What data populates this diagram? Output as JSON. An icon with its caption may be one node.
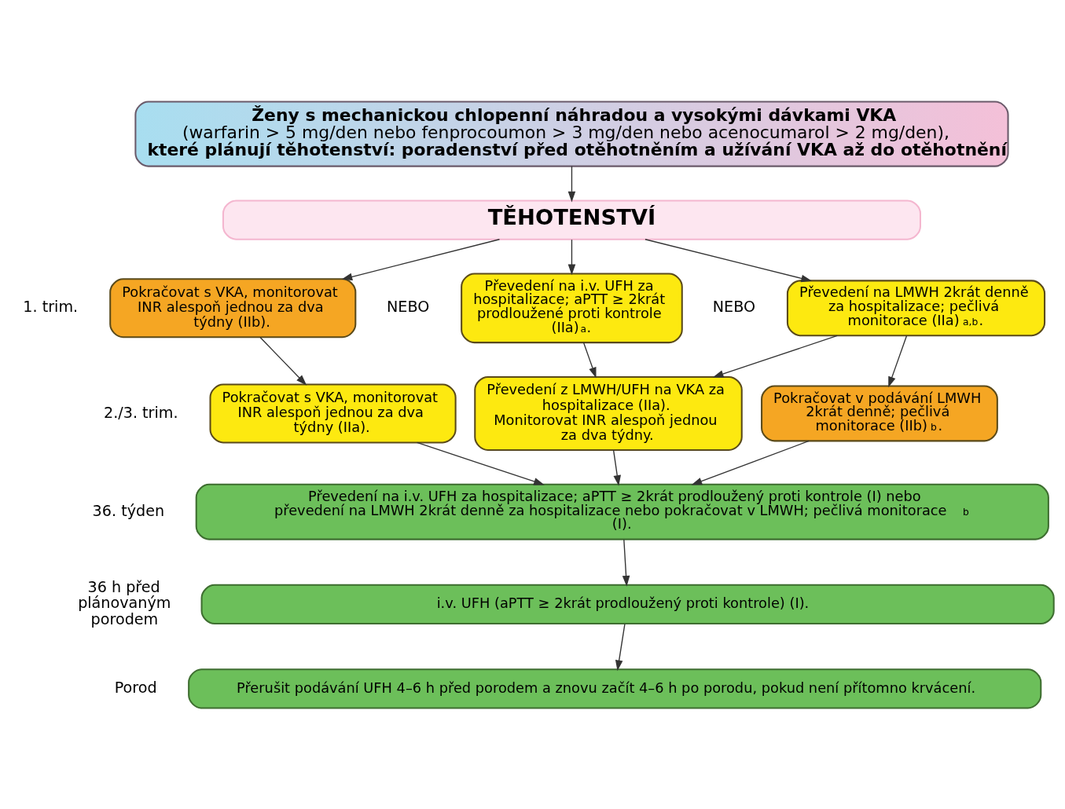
{
  "diagram": {
    "nodes": [
      {
        "text": [
          "Ženy s mechanickou chlopenní náhradou a vysokými dávkami VKA",
          "(warfarin > 5 mg/den nebo fenprocoumon > 3 mg/den nebo acenocumarol > 2 mg/den),",
          "které plánují těhotenství: poradenství před otěhotněním a užívání VKA až do otěhotnění"
        ]
      },
      {
        "text": [
          "TĚHOTENSTVÍ"
        ]
      },
      {
        "text": [
          "Pokračovat s VKA, monitorovat INR alespoň jednou za dva týdny (IIb)."
        ]
      },
      {
        "text": [
          "Převedení na i.v. UFH za hospitalizace; aPTT ≥ 2krát prodloužené proti kontrole (IIa)$^{a}$."
        ]
      },
      {
        "text": [
          "Převedení na LMWH 2krát denně za hospitalizace; pečlivá monitorace (IIa)$^{a,b}$."
        ]
      },
      {
        "text": [
          "Pokračovat s VKA, monitorovat INR alespoň jednou za dva týdny (IIa)."
        ]
      },
      {
        "text": [
          "Převedení z LMWH/UFH na VKA za hospitalizace (IIa). Monitorovat INR alespoň jednou za dva týdny."
        ]
      },
      {
        "text": [
          "Pokračovat v podávání LMWH 2krát denně; pečlivá monitorace (IIb)$^{b}$."
        ]
      },
      {
        "text": [
          "Převedení na i.v. UFH za hospitalizace; aPTT ≥ 2krát prodloužený proti kontrole (I) nebo převedení na LMWH 2krát denně za hospitalizace nebo pokračovat v LMWH; pečlivá monitorace$^{b}$ (I)."
        ]
      },
      {
        "text": [
          "i.v. UFH (aPTT ≥ 2krát prodloužený proti kontrole) (I)."
        ]
      },
      {
        "text": [
          "Přerušit podávání UFH 4–6 h před porodem a znovu začít 4–6 h po porodu, pokud není přítomno krvácení."
        ]
      }
    ],
    "edges": [
      {
        "from": 0,
        "to": 1,
        "arrow": "to"
      },
      {
        "from": 1,
        "to": 2,
        "arrow": "to"
      },
      {
        "from": 1,
        "to": 3,
        "arrow": "to"
      },
      {
        "from": 1,
        "to": 4,
        "arrow": "to"
      },
      {
        "from": 2,
        "to": 5,
        "arrow": "to"
      },
      {
        "from": 3,
        "to": 6,
        "arrow": "to"
      },
      {
        "from": 4,
        "to": 6,
        "arrow": "to"
      },
      {
        "from": 4,
        "to": 7,
        "arrow": "to"
      },
      {
        "from": 5,
        "to": 8,
        "arrow": "to"
      },
      {
        "from": 6,
        "to": 8,
        "arrow": "to"
      },
      {
        "from": 7,
        "to": 8,
        "arrow": "to"
      },
      {
        "from": 8,
        "to": 9,
        "arrow": "to"
      },
      {
        "from": 9,
        "to": 10,
        "arrow": "to"
      }
    ],
    "labels": [
      "1. trim.",
      "NEBO",
      "NEBO",
      "2./3. trim.",
      "36. týden",
      "36 h před plánovaným porodem",
      "Porod"
    ]
  }
}
